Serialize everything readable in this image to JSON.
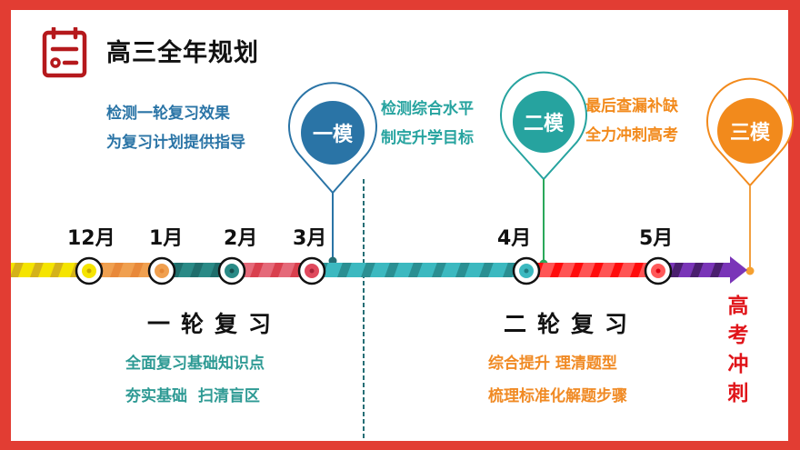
{
  "title": "高三全年规划",
  "icon": "calendar-icon",
  "colors": {
    "frame": "#e23d33",
    "mock1": "#2a74a6",
    "mock2": "#26a39f",
    "mock3": "#f28a1c",
    "phase1_text": "#2e9a94",
    "phase2_text": "#f08a24",
    "final": "#e0151a"
  },
  "mocks": [
    {
      "label": "一模",
      "lines": [
        "检测一轮复习效果",
        "为复习计划提供指导"
      ]
    },
    {
      "label": "二模",
      "lines": [
        "检测综合水平",
        "制定升学目标"
      ]
    },
    {
      "label": "三模",
      "lines": [
        "最后查漏补缺",
        "全力冲刺高考"
      ]
    }
  ],
  "months": [
    "12月",
    "1月",
    "2月",
    "3月",
    "4月",
    "5月"
  ],
  "phases": [
    {
      "title": "一轮复习",
      "lines": [
        "全面复习基础知识点",
        "夯实基础  扫清盲区"
      ]
    },
    {
      "title": "二轮复习",
      "lines": [
        "综合提升 理清题型",
        "梳理标准化解题步骤"
      ]
    }
  ],
  "final": {
    "chars": [
      "高",
      "考",
      "冲",
      "刺"
    ]
  }
}
